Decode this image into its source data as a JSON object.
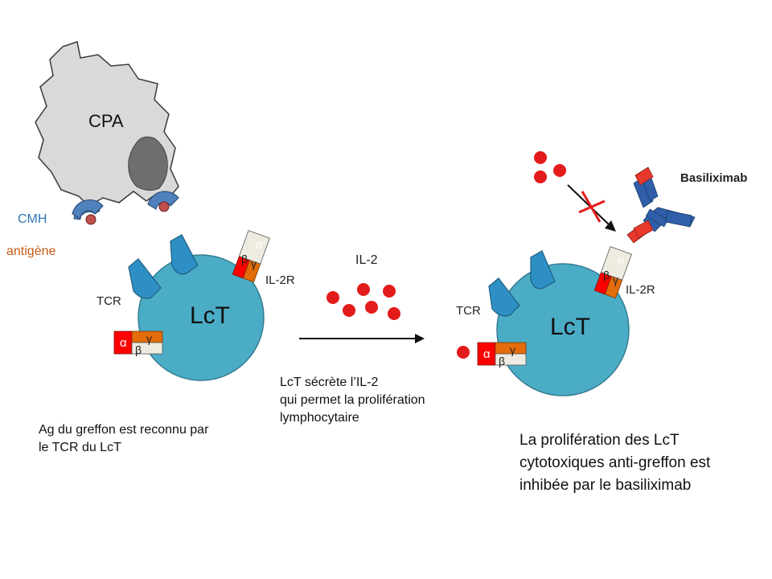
{
  "apc": {
    "label": "CPA"
  },
  "left_cell": {
    "label": "LcT",
    "tcr_label": "TCR",
    "il2r_label": "IL-2R",
    "cmh_label": "CMH",
    "antigen_label": "antigène",
    "caption": [
      "Ag du greffon est reconnu par",
      "le TCR du LcT"
    ]
  },
  "middle": {
    "il2_label": "IL-2",
    "caption": [
      "LcT sécrète l’IL-2",
      "qui permet la prolifération",
      "lymphocytaire"
    ]
  },
  "right_cell": {
    "label": "LcT",
    "tcr_label": "TCR",
    "il2r_label": "IL-2R",
    "drug_label": "Basiliximab",
    "caption": [
      "La prolifération des LcT",
      "cytotoxiques anti-greffon est",
      "inhibée par le basiliximab"
    ]
  },
  "receptor_chains": {
    "alpha": "α",
    "beta": "β",
    "gamma": "γ"
  },
  "colors": {
    "cell": "#4bacc6",
    "cell_stroke": "#357d91",
    "tcr": "#2e8fc4",
    "cmh": "#4f81bd",
    "antigen": "#c0504d",
    "il2": "#e41b1b",
    "alpha_chain": "#ff0000",
    "gamma_chain": "#e46c0a",
    "beta_chain": "#eeece1",
    "antibody_blue": "#2e5fa8",
    "antibody_red": "#e8372b",
    "apc_body": "#d9d9d9",
    "apc_nucleus": "#6e6e6e",
    "cross": "#e41b1b"
  }
}
